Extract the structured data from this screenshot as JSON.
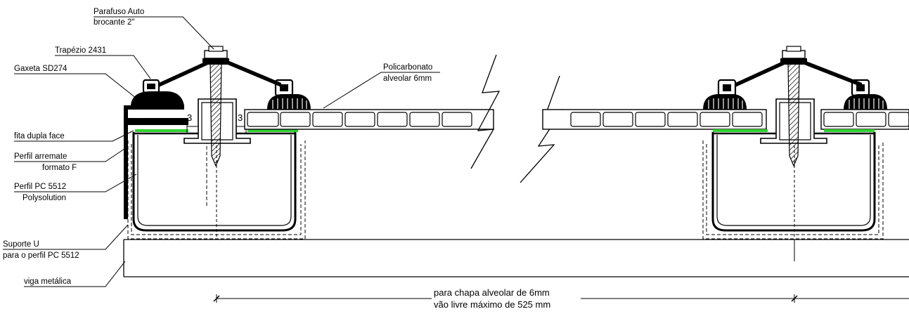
{
  "labels": {
    "screw_line1": "Parafuso Auto",
    "screw_line2": "brocante 2\"",
    "trapezio": "Trapézio 2431",
    "gaxeta": "Gaxeta SD274",
    "fita": "fita dupla face",
    "perfil_arremate_1": "Perfil arremate",
    "perfil_arremate_2": "formato F",
    "perfil_pc_1": "Perfil PC 5512",
    "perfil_pc_2": "Polysolution",
    "suporte_1": "Suporte U",
    "suporte_2": "para o perfil PC 5512",
    "viga": "viga metálica",
    "policarbonato_1": "Policarbonato",
    "policarbonato_2": "alveolar 6mm",
    "gap_left": "3",
    "gap_right": "3"
  },
  "dimension": {
    "line1": "para chapa alveolar de 6mm",
    "line2": "vão livre máximo de 525 mm"
  },
  "colors": {
    "tape": "#2fd12f",
    "line": "#000000"
  }
}
